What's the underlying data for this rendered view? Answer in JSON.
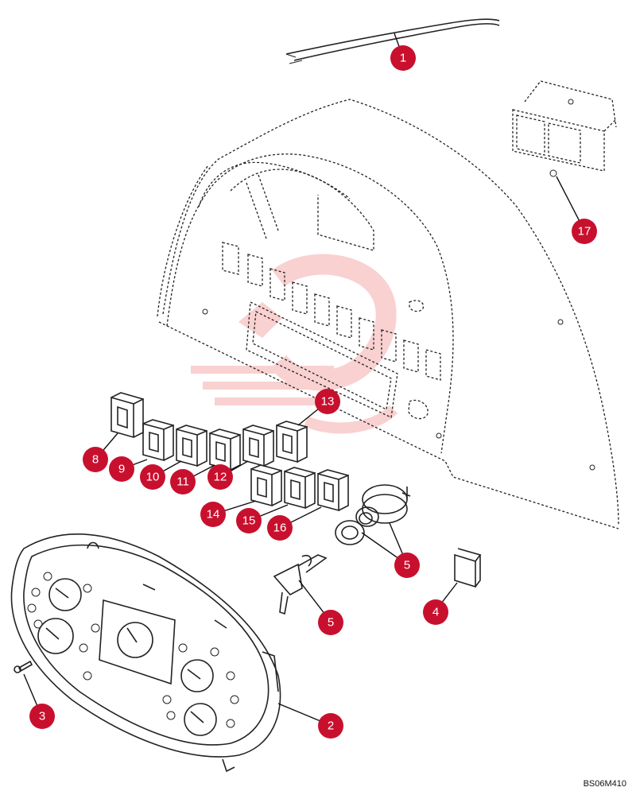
{
  "drawing": {
    "code": "BS06M410",
    "watermark_color": "#f29a9a",
    "badge_color": "#c8102e"
  },
  "callouts": [
    "1",
    "2",
    "3",
    "4",
    "5",
    "5",
    "8",
    "9",
    "10",
    "11",
    "12",
    "13",
    "14",
    "15",
    "16",
    "17"
  ]
}
